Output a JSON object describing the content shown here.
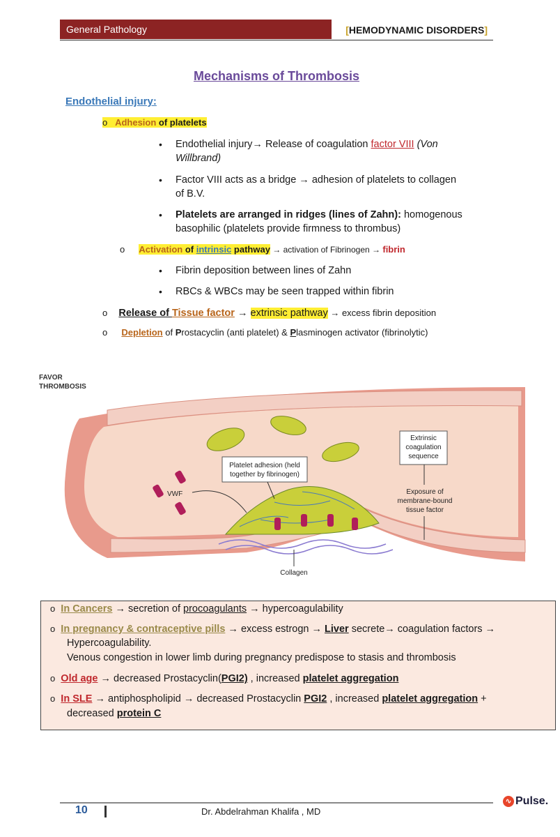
{
  "header": {
    "left": "General Pathology",
    "bracket_open": "[",
    "right": "HEMODYNAMIC DISORDERS",
    "bracket_close": "]"
  },
  "title": "Mechanisms of  Thrombosis",
  "section": "Endothelial injury:",
  "adhesion": {
    "marker": "o",
    "word": "Adhesion",
    "rest": " of platelets",
    "bullets": [
      {
        "a": "Endothelial injury→ Release of coagulation ",
        "b": "factor VIII",
        "c": " (Von",
        "d": "Willbrand)"
      },
      {
        "a": "Factor VIII acts as a bridge → adhesion of  platelets to collagen",
        "d": "of B.V."
      },
      {
        "a": "Platelets are arranged in ridges (lines of Zahn):",
        "c": " homogenous",
        "d": "basophilic (platelets provide firmness to thrombus)"
      }
    ]
  },
  "activation": {
    "marker": "o",
    "word": "Activation",
    "of": " of ",
    "intrinsic": "intrinsic",
    "pathway": " pathway",
    "rest": " → activation of Fibrinogen → ",
    "fibrin": "fibrin",
    "bullets": [
      "Fibrin deposition between lines of Zahn",
      "RBCs & WBCs may be seen trapped  within  fibrin"
    ]
  },
  "release": {
    "marker": "o",
    "a": "Release of ",
    "b": "Tissue factor",
    "c": " → ",
    "d": "extrinsic pathway",
    "e": " → excess fibrin deposition"
  },
  "depletion": {
    "marker": "o",
    "a": "Depletion",
    "b": " of ",
    "p1": "P",
    "c": "rostacyclin  (anti platelet) & ",
    "p2": "P",
    "d": "lasminogen activator (fibrinolytic)"
  },
  "figure": {
    "favor": "FAVOR",
    "thrombosis": "THROMBOSIS",
    "adhesion_label_1": "Platelet adhesion (held",
    "adhesion_label_2": "together by fibrinogen)",
    "vwf": "VWF",
    "extrinsic_1": "Extrinsic",
    "extrinsic_2": "coagulation",
    "extrinsic_3": "sequence",
    "exposure_1": "Exposure of",
    "exposure_2": "membrane-bound",
    "exposure_3": "tissue factor",
    "collagen": "Collagen",
    "colors": {
      "vessel": "#e89a8c",
      "lumen": "#f7d9c9",
      "platelet": "#c9cf3a",
      "vwf": "#b01e5a"
    }
  },
  "box": {
    "l1": {
      "m": "o",
      "a": "In Cancers",
      "b": " → secretion of ",
      "c": "procoagulants",
      "d": " → hypercoagulability"
    },
    "l2": {
      "m": "o",
      "a": "In pregnancy & contraceptive pills",
      "b": " → excess estrogn → ",
      "c": "Liver",
      "d": " secrete→ coagulation factors →"
    },
    "l2b": "Hypercoagulability.",
    "l2c": "Venous congestion in lower limb during pregnancy predispose to stasis and thrombosis",
    "l3": {
      "m": "o",
      "a": "Old age",
      "b": " → decreased Prostacyclin(",
      "c": "PGI2)",
      "d": " , increased ",
      "e": "platelet aggregation"
    },
    "l4": {
      "m": "o",
      "a": "In SLE",
      "b": " → antiphospholipid → decreased Prostacyclin ",
      "c": "PGI2",
      "d": " , increased ",
      "e": "platelet aggregation",
      "f": " +"
    },
    "l4b": "decreased ",
    "l4c": "protein C"
  },
  "footer": {
    "page": "10",
    "author": "Dr. Abdelrahman Khalifa , MD",
    "logo_mark": "∿",
    "logo": "Pulse."
  }
}
